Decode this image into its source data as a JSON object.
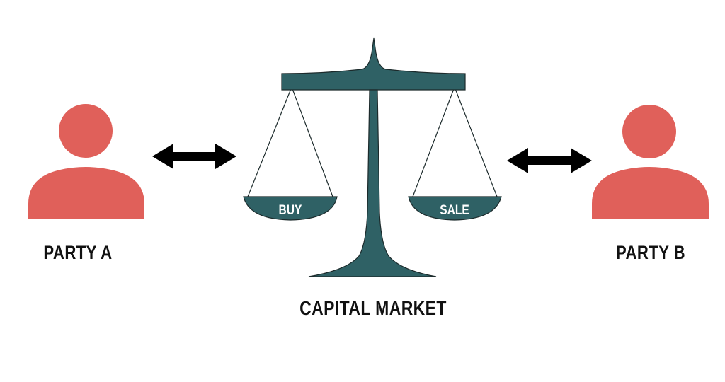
{
  "diagram": {
    "party_a": {
      "label": "PARTY A"
    },
    "party_b": {
      "label": "PARTY B"
    },
    "market": {
      "label": "CAPITAL MARKET"
    },
    "left_pan": {
      "label": "BUY"
    },
    "right_pan": {
      "label": "SALE"
    }
  },
  "colors": {
    "person": "#e0605a",
    "scale": "#2f6165",
    "arrow": "#000000",
    "text": "#111111",
    "pan_text": "#ffffff"
  },
  "icons": {
    "party_a": "person-icon",
    "party_b": "person-icon",
    "connector_a": "double-arrow-icon",
    "connector_b": "double-arrow-icon",
    "market": "balance-scale-icon"
  }
}
